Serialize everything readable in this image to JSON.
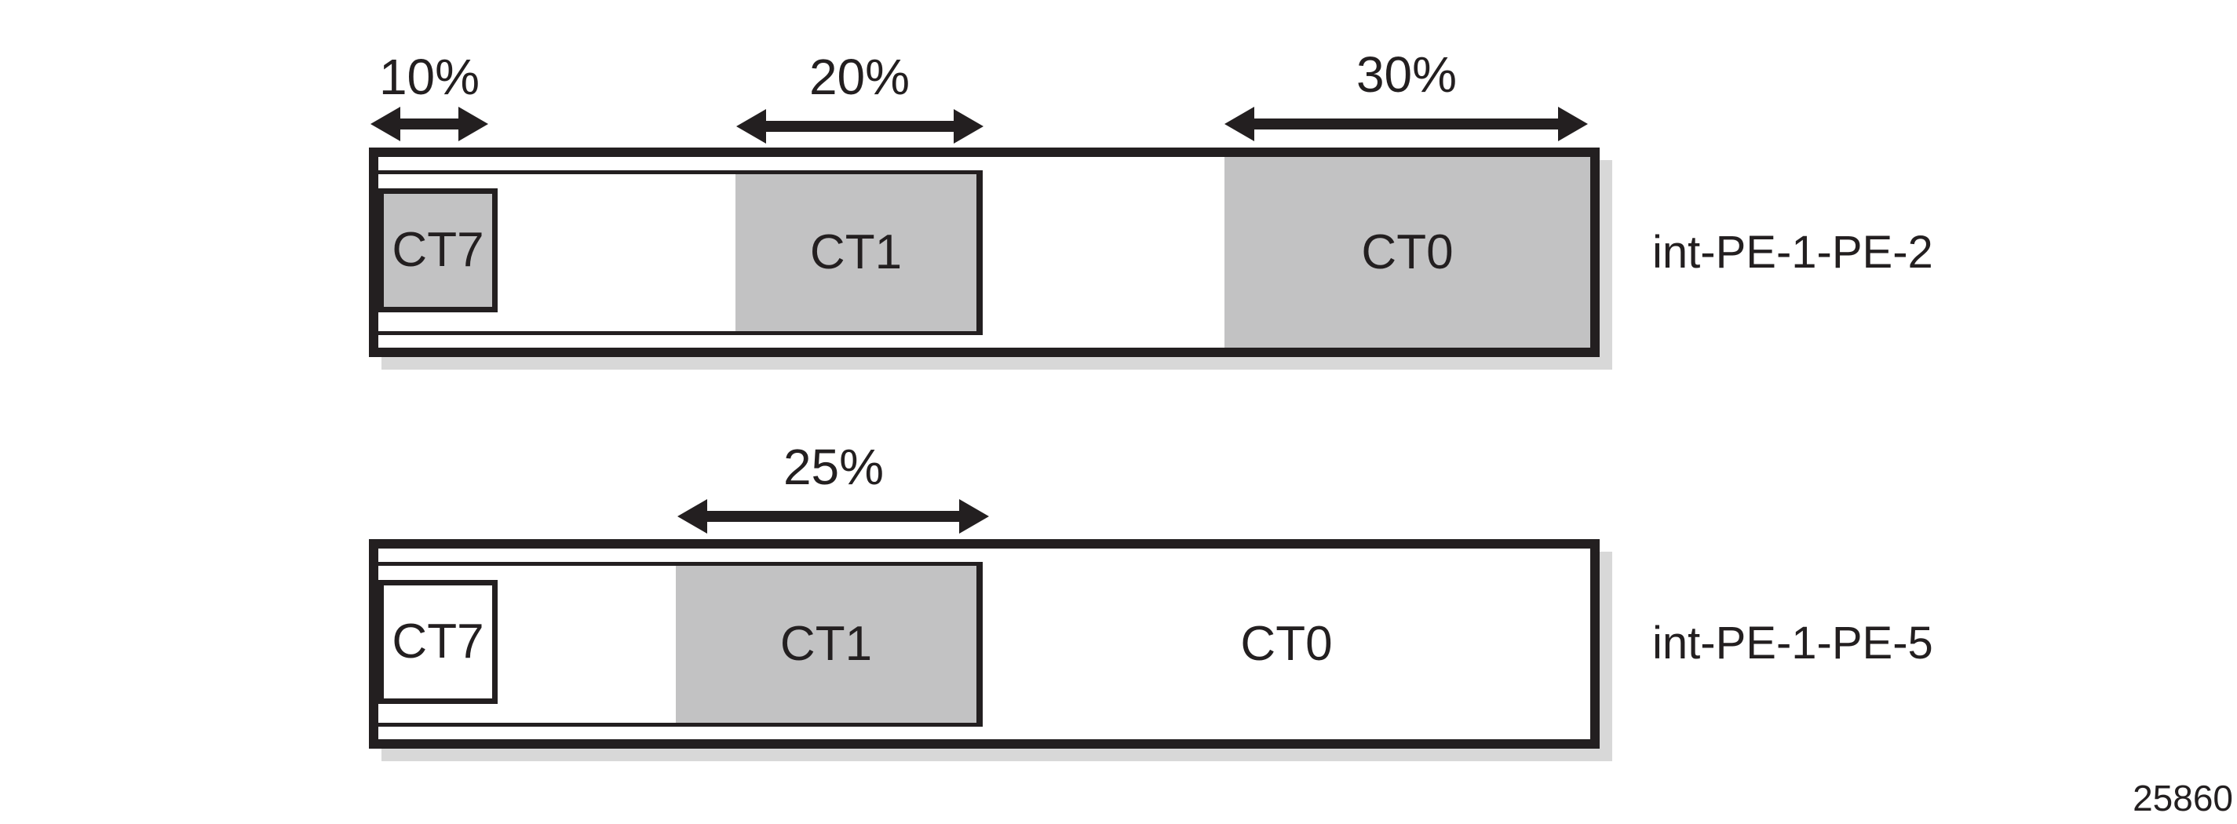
{
  "figure_number": "25860",
  "colors": {
    "line": "#231f20",
    "gray_fill": "#c2c2c3",
    "shadow": "#d8d8d8",
    "background": "#ffffff"
  },
  "bars": [
    {
      "interface": "int-PE-1-PE-2",
      "percentages": {
        "ct7": "10%",
        "ct1": "20%",
        "ct0": "30%"
      },
      "class_labels": {
        "ct7": "CT7",
        "ct1": "CT1",
        "ct0": "CT0"
      }
    },
    {
      "interface": "int-PE-1-PE-5",
      "percentages": {
        "ct1": "25%"
      },
      "class_labels": {
        "ct7": "CT7",
        "ct1": "CT1",
        "ct0": "CT0"
      }
    }
  ]
}
